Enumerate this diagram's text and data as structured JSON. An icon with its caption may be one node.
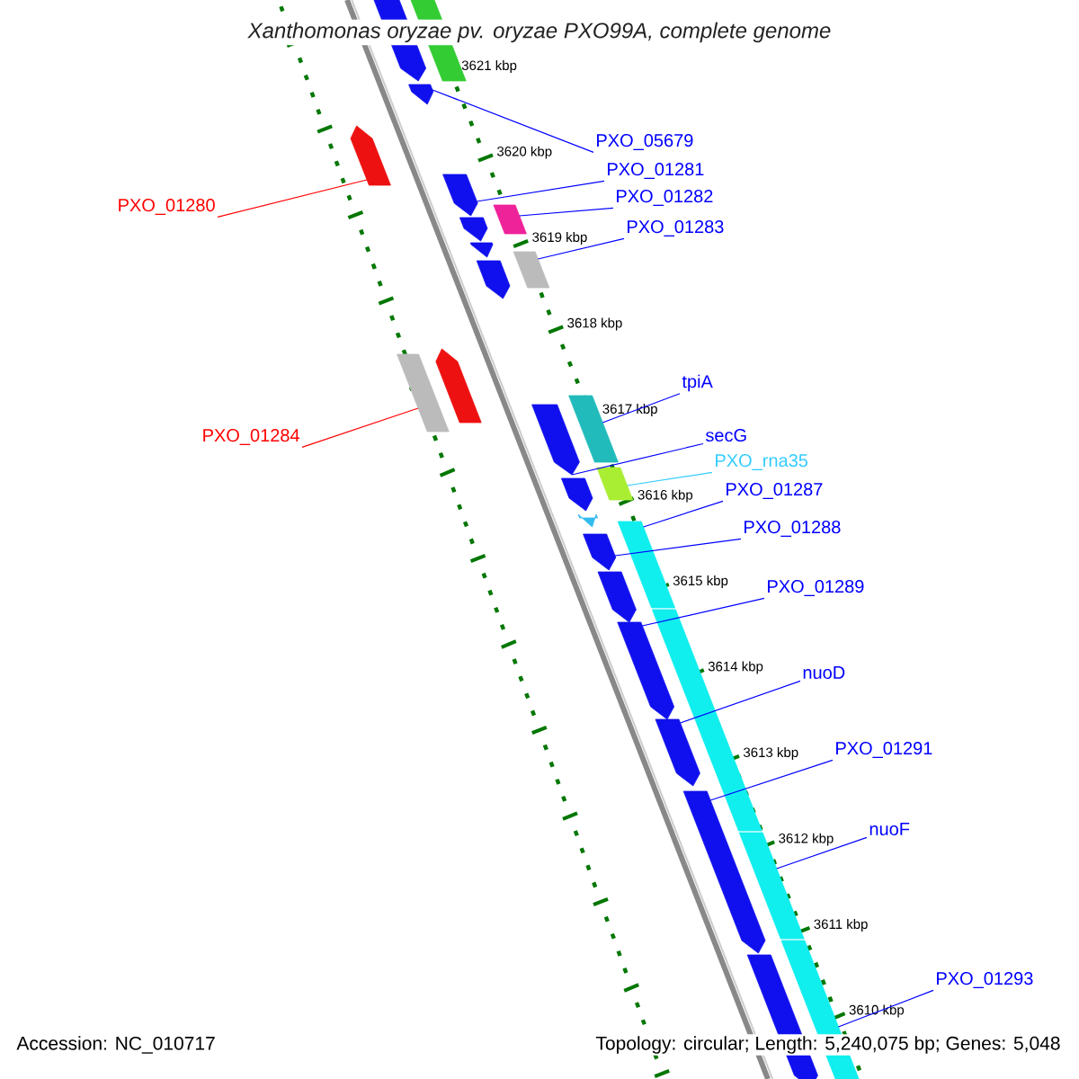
{
  "diagram": {
    "title": "Xanthomonas oryzae pv. oryzae PXO99A, complete genome",
    "nodes": [
      {
        "text": [
          "PXO_05679"
        ]
      },
      {
        "text": [
          "PXO_01281"
        ]
      },
      {
        "text": [
          "PXO_01282"
        ]
      },
      {
        "text": [
          "PXO_01280"
        ]
      },
      {
        "text": [
          "PXO_01283"
        ]
      },
      {
        "text": [
          "tpiA"
        ]
      },
      {
        "text": [
          "PXO_01284"
        ]
      },
      {
        "text": [
          "secG"
        ]
      },
      {
        "text": [
          "PXO_rna35"
        ]
      },
      {
        "text": [
          "PXO_01287"
        ]
      },
      {
        "text": [
          "PXO_01288"
        ]
      },
      {
        "text": [
          "PXO_01289"
        ]
      },
      {
        "text": [
          "nuoD"
        ]
      },
      {
        "text": [
          "PXO_01291"
        ]
      },
      {
        "text": [
          "nuoF"
        ]
      },
      {
        "text": [
          "PXO_01293"
        ]
      },
      {
        "text": [],
        "shape": "pentagon"
      },
      {
        "text": [],
        "shape": "box"
      },
      {
        "text": [],
        "shape": "pentagon"
      },
      {
        "text": [],
        "shape": "pentagon"
      },
      {
        "text": [],
        "shape": "pentagon"
      },
      {
        "text": [],
        "shape": "box"
      },
      {
        "text": [],
        "shape": "pentagon"
      },
      {
        "text": [],
        "shape": "pentagon"
      },
      {
        "text": [],
        "shape": "box"
      },
      {
        "text": [],
        "shape": "pentagon"
      },
      {
        "text": [],
        "shape": "pentagon"
      },
      {
        "text": [],
        "shape": "box"
      },
      {
        "text": [],
        "shape": "box"
      },
      {
        "text": [],
        "shape": "pentagon"
      },
      {
        "text": [],
        "shape": "box"
      },
      {
        "text": [],
        "shape": "pentagon"
      },
      {
        "text": [],
        "shape": "pentagon"
      },
      {
        "text": [],
        "shape": "box"
      },
      {
        "text": [],
        "shape": "pentagon"
      },
      {
        "text": [],
        "shape": "pentagon"
      },
      {
        "text": [],
        "shape": "box"
      },
      {
        "text": [],
        "shape": "pentagon"
      },
      {
        "text": [],
        "shape": "pentagon"
      },
      {
        "text": [],
        "shape": "pentagon"
      },
      {
        "text": [],
        "shape": "box"
      },
      {
        "text": [],
        "shape": "box"
      },
      {
        "text": [],
        "shape": "pentagon"
      }
    ],
    "edges": [
      {
        "from": 0,
        "to": 18,
        "arrow": "none"
      },
      {
        "from": 1,
        "to": 20,
        "arrow": "none"
      },
      {
        "from": 2,
        "to": 21,
        "arrow": "none"
      },
      {
        "from": 3,
        "to": 19,
        "arrow": "none",
        "color": "#ff0000"
      },
      {
        "from": 4,
        "to": 24,
        "arrow": "none"
      },
      {
        "from": 5,
        "to": 28,
        "arrow": "none"
      },
      {
        "from": 6,
        "to": 27,
        "arrow": "none",
        "color": "#ff0000"
      },
      {
        "from": 7,
        "to": 29,
        "arrow": "none"
      },
      {
        "from": 8,
        "to": 30,
        "arrow": "none",
        "color": "#33ccff"
      },
      {
        "from": 9,
        "to": 33,
        "arrow": "none"
      },
      {
        "from": 10,
        "to": 34,
        "arrow": "none"
      },
      {
        "from": 11,
        "to": 37,
        "arrow": "none"
      },
      {
        "from": 12,
        "to": 38,
        "arrow": "none"
      },
      {
        "from": 13,
        "to": 39,
        "arrow": "none"
      },
      {
        "from": 14,
        "to": 40,
        "arrow": "none"
      },
      {
        "from": 15,
        "to": 41,
        "arrow": "none"
      }
    ],
    "labels": [
      "3621 kbp",
      "3620 kbp",
      "3619 kbp",
      "3618 kbp",
      "3617 kbp",
      "3616 kbp",
      "3615 kbp",
      "3614 kbp",
      "3613 kbp",
      "3612 kbp",
      "3611 kbp",
      "3610 kbp",
      "Accession: NC_010717",
      "Topology: circular; Length: 5,240,075 bp; Genes: 5,048"
    ]
  }
}
